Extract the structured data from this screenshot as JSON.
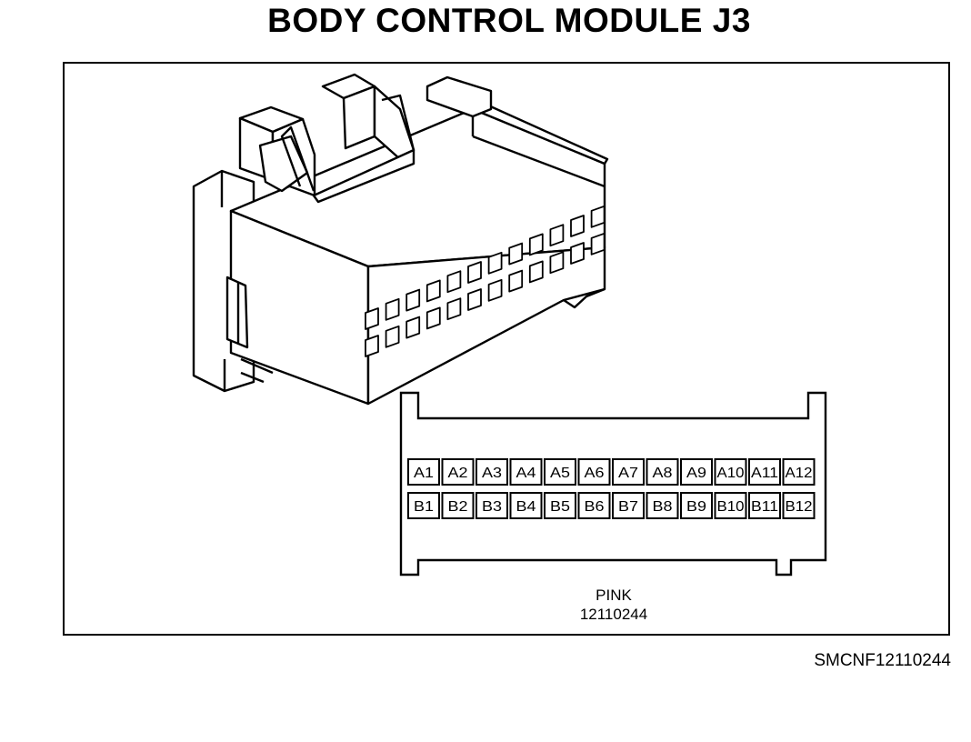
{
  "title": "BODY CONTROL MODULE J3",
  "connector": {
    "color": "PINK",
    "part_number": "12110244",
    "reference_code": "SMCNF12110244",
    "row_a": [
      "A1",
      "A2",
      "A3",
      "A4",
      "A5",
      "A6",
      "A7",
      "A8",
      "A9",
      "A10",
      "A11",
      "A12"
    ],
    "row_b": [
      "B1",
      "B2",
      "B3",
      "B4",
      "B5",
      "B6",
      "B7",
      "B8",
      "B9",
      "B10",
      "B11",
      "B12"
    ]
  }
}
